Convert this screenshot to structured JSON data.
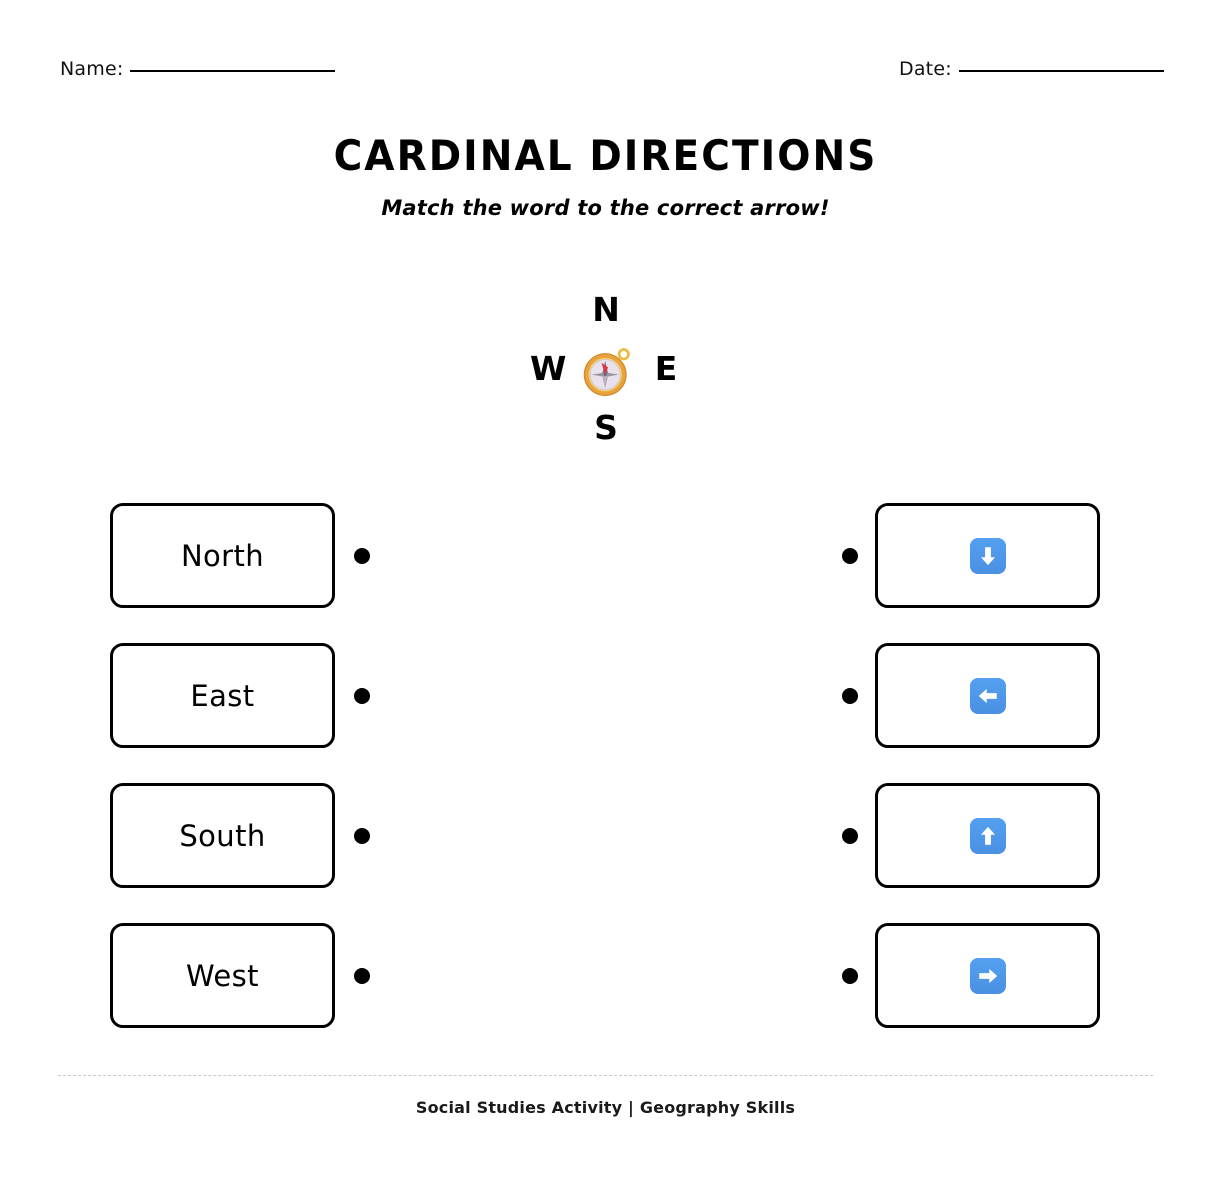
{
  "worksheet": {
    "title": "CARDINAL DIRECTIONS",
    "subtitle": "Match the word to the correct arrow!",
    "footer": "Social Studies Activity | Geography Skills"
  },
  "header": {
    "name_label": "Name:",
    "name_value": "",
    "date_label": "Date:",
    "date_value": ""
  },
  "compass": {
    "icon": "compass-emoji",
    "north": "N",
    "south": "S",
    "east": "E",
    "west": "W"
  },
  "match": {
    "words": [
      {
        "label": "North"
      },
      {
        "label": "East"
      },
      {
        "label": "South"
      },
      {
        "label": "West"
      }
    ],
    "arrows": [
      {
        "icon": "down-arrow-emoji",
        "direction": "down"
      },
      {
        "icon": "left-arrow-emoji",
        "direction": "left"
      },
      {
        "icon": "up-arrow-emoji",
        "direction": "up"
      },
      {
        "icon": "right-arrow-emoji",
        "direction": "right"
      }
    ]
  },
  "colors": {
    "arrow_tile_blue": "#4a90e2",
    "arrow_glyph": "#ffffff",
    "outline": "#000000",
    "divider": "#c9c9c9",
    "compass_ring": "#e8a33d",
    "compass_face": "#e6e0ea"
  }
}
